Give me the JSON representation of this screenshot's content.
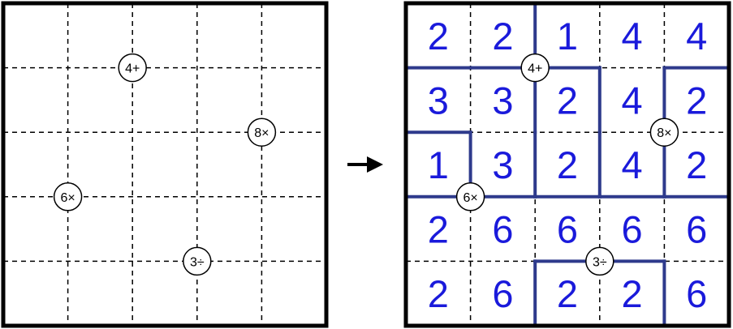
{
  "puzzle": {
    "size": 5,
    "clues": [
      {
        "label": "4+",
        "row": 1,
        "col": 2
      },
      {
        "label": "8×",
        "row": 2,
        "col": 4
      },
      {
        "label": "6×",
        "row": 3,
        "col": 1
      },
      {
        "label": "3÷",
        "row": 4,
        "col": 3
      }
    ]
  },
  "solution": {
    "grid": [
      [
        "2",
        "2",
        "1",
        "4",
        "4"
      ],
      [
        "3",
        "3",
        "2",
        "4",
        "2"
      ],
      [
        "1",
        "3",
        "2",
        "4",
        "2"
      ],
      [
        "2",
        "6",
        "6",
        "6",
        "6"
      ],
      [
        "2",
        "6",
        "2",
        "2",
        "6"
      ]
    ],
    "cages": [
      [
        0,
        0,
        1,
        1,
        1
      ],
      [
        2,
        2,
        3,
        1,
        4
      ],
      [
        5,
        2,
        3,
        1,
        4
      ],
      [
        6,
        6,
        6,
        6,
        6
      ],
      [
        6,
        6,
        7,
        7,
        6
      ]
    ],
    "clues": [
      {
        "label": "4+",
        "row": 1,
        "col": 2
      },
      {
        "label": "8×",
        "row": 2,
        "col": 4
      },
      {
        "label": "6×",
        "row": 3,
        "col": 1
      },
      {
        "label": "3÷",
        "row": 4,
        "col": 3
      }
    ]
  },
  "arrow": {
    "icon": "right-arrow-icon"
  },
  "colors": {
    "frame": "#000000",
    "grid_dash": "#000000",
    "cage_border": "#2e3a8c",
    "digit": "#1a1adb",
    "clue_fill": "#ffffff"
  }
}
